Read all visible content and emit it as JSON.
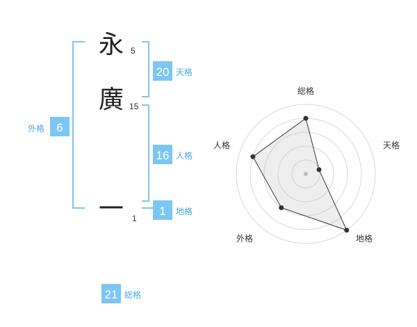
{
  "name": {
    "characters": [
      {
        "char": "永",
        "strokes": "5"
      },
      {
        "char": "廣",
        "strokes": "15"
      },
      {
        "char": "一",
        "strokes": "1"
      }
    ]
  },
  "fortunes": {
    "tenkaku": {
      "value": "20",
      "label": "天格"
    },
    "jinkaku": {
      "value": "16",
      "label": "人格"
    },
    "chikaku": {
      "value": "1",
      "label": "地格"
    },
    "gaikaku": {
      "value": "6",
      "label": "外格"
    },
    "soukaku": {
      "value": "21",
      "label": "総格"
    }
  },
  "radar": {
    "axes": [
      "総格",
      "天格",
      "地格",
      "外格",
      "人格"
    ],
    "levels": 5,
    "values": [
      4,
      1,
      5,
      3,
      4
    ]
  },
  "colors": {
    "accent": "#7cc6f3",
    "label": "#4aa8e0"
  }
}
